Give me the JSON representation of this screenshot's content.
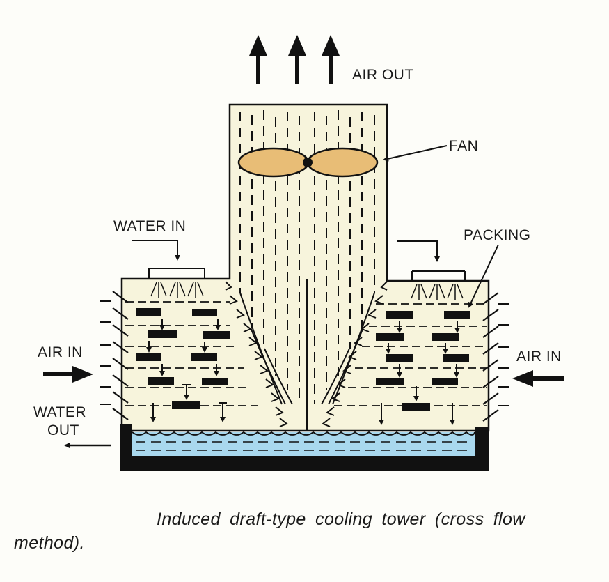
{
  "labels": {
    "air_out": "AIR OUT",
    "fan": "FAN",
    "water_in": "WATER IN",
    "packing": "PACKING",
    "air_in_left": "AIR IN",
    "air_in_right": "AIR IN",
    "water_out_line1": "WATER",
    "water_out_line2": "OUT"
  },
  "caption": "Induced draft-type cooling tower (cross flow method).",
  "colors": {
    "tower_fill": "#f7f4dc",
    "fan_blade": "#e8bd76",
    "basin_water": "#a9d8ee",
    "ink": "#111111"
  },
  "icons": [
    "up-arrow-icon",
    "right-arrow-icon",
    "left-arrow-icon",
    "down-arrow-icon",
    "spray-nozzle-icon"
  ]
}
